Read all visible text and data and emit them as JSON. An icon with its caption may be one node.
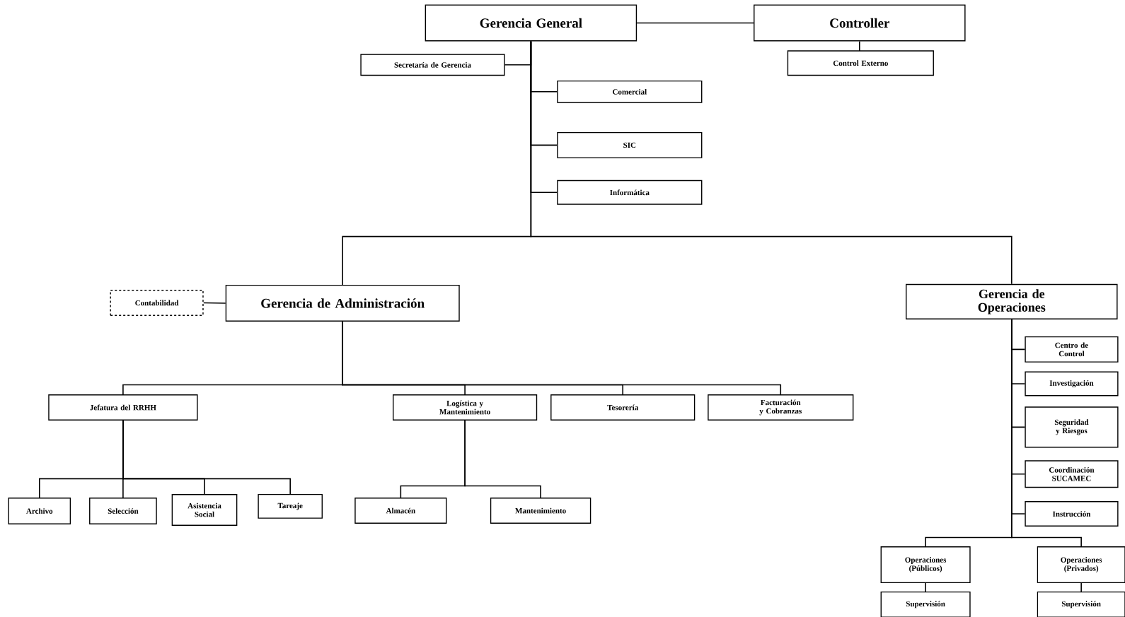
{
  "diagram": {
    "nodes": [
      {
        "text": [
          "Gerencia General"
        ]
      },
      {
        "text": [
          "Controller"
        ]
      },
      {
        "text": [
          "Secretaría de Gerencia"
        ]
      },
      {
        "text": [
          "Control Externo"
        ]
      },
      {
        "text": [
          "Comercial"
        ]
      },
      {
        "text": [
          "SIC"
        ]
      },
      {
        "text": [
          "Informática"
        ]
      },
      {
        "text": [
          "Contabilidad"
        ]
      },
      {
        "text": [
          "Gerencia de Administración"
        ]
      },
      {
        "text": [
          "Gerencia de Operaciones"
        ]
      },
      {
        "text": [
          "Jefatura del RRHH"
        ]
      },
      {
        "text": [
          "Logística y Mantenimiento"
        ]
      },
      {
        "text": [
          "Tesorería"
        ]
      },
      {
        "text": [
          "Facturación y Cobranzas"
        ]
      },
      {
        "text": [
          "Centro de Control"
        ]
      },
      {
        "text": [
          "Investigación"
        ]
      },
      {
        "text": [
          "Seguridad y Riesgos"
        ]
      },
      {
        "text": [
          "Coordinación SUCAMEC"
        ]
      },
      {
        "text": [
          "Instrucción"
        ]
      },
      {
        "text": [
          "Archivo"
        ]
      },
      {
        "text": [
          "Selección"
        ]
      },
      {
        "text": [
          "Asistencia Social"
        ]
      },
      {
        "text": [
          "Tareaje"
        ]
      },
      {
        "text": [
          "Almacén"
        ]
      },
      {
        "text": [
          "Mantenimiento"
        ]
      },
      {
        "text": [
          "Operaciones (Públicos)"
        ]
      },
      {
        "text": [
          "Operaciones (Privados)"
        ]
      },
      {
        "text": [
          "Supervisión"
        ]
      },
      {
        "text": [
          "Supervisión"
        ]
      }
    ],
    "edges": [
      {
        "from": 0,
        "to": 1,
        "arrow": "none"
      },
      {
        "from": 0,
        "to": 2,
        "arrow": "none"
      },
      {
        "from": 0,
        "to": 4,
        "arrow": "none"
      },
      {
        "from": 0,
        "to": 5,
        "arrow": "none"
      },
      {
        "from": 0,
        "to": 6,
        "arrow": "none"
      },
      {
        "from": 0,
        "to": 8,
        "arrow": "none"
      },
      {
        "from": 0,
        "to": 9,
        "arrow": "none"
      },
      {
        "from": 1,
        "to": 3,
        "arrow": "none"
      },
      {
        "from": 8,
        "to": 7,
        "arrow": "none"
      },
      {
        "from": 8,
        "to": 10,
        "arrow": "none"
      },
      {
        "from": 8,
        "to": 11,
        "arrow": "none"
      },
      {
        "from": 8,
        "to": 12,
        "arrow": "none"
      },
      {
        "from": 8,
        "to": 13,
        "arrow": "none"
      },
      {
        "from": 9,
        "to": 14,
        "arrow": "none"
      },
      {
        "from": 9,
        "to": 15,
        "arrow": "none"
      },
      {
        "from": 9,
        "to": 16,
        "arrow": "none"
      },
      {
        "from": 9,
        "to": 17,
        "arrow": "none"
      },
      {
        "from": 9,
        "to": 18,
        "arrow": "none"
      },
      {
        "from": 10,
        "to": 19,
        "arrow": "none"
      },
      {
        "from": 10,
        "to": 20,
        "arrow": "none"
      },
      {
        "from": 10,
        "to": 21,
        "arrow": "none"
      },
      {
        "from": 10,
        "to": 22,
        "arrow": "none"
      },
      {
        "from": 11,
        "to": 23,
        "arrow": "none"
      },
      {
        "from": 11,
        "to": 24,
        "arrow": "none"
      },
      {
        "from": 9,
        "to": 25,
        "arrow": "none"
      },
      {
        "from": 9,
        "to": 26,
        "arrow": "none"
      },
      {
        "from": 25,
        "to": 27,
        "arrow": "none"
      },
      {
        "from": 26,
        "to": 28,
        "arrow": "none"
      }
    ]
  }
}
